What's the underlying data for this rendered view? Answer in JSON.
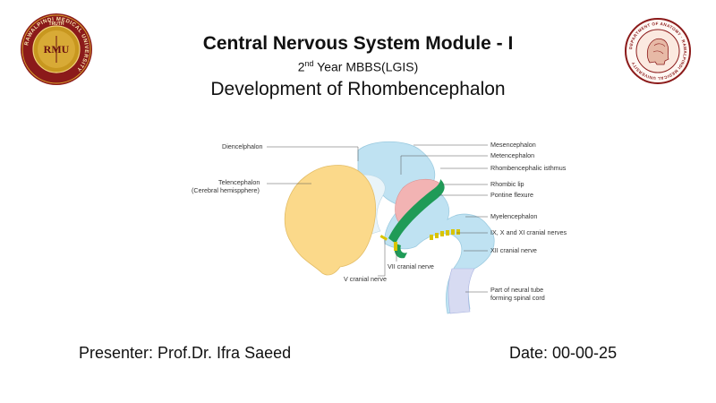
{
  "slide": {
    "title": "Central Nervous System Module - I",
    "subtitle_sup": "nd",
    "subtitle_num": "2",
    "subtitle_rest": " Year MBBS(LGIS)",
    "topic": "Development of Rhombencephalon",
    "presenter": "Presenter: Prof.Dr. Ifra Saeed",
    "date": "Date: 00-00-25"
  },
  "logos": {
    "left": {
      "top_text": "TRUTH",
      "ring_text": "RAWALPINDI MEDICAL UNIVERSITY",
      "monogram": "RMU",
      "ring_color": "#8b1a1a",
      "field_color": "#c8971f"
    },
    "right": {
      "ring_text": "DEPARTMENT OF ANATOMY · RAWALPINDI MEDICAL UNIVERSITY",
      "ring_color": "#8b1a1a"
    }
  },
  "diagram": {
    "labels": {
      "diencephalon": "Diencelphalon",
      "telencephalon": "Telencephalon",
      "cerebral": "(Cerebral hemispphere)",
      "mesencephalon": "Mesencephalon",
      "metencephalon": "Metencephalon",
      "isthmus": "Rhombencephalic isthmus",
      "rhombic_lip": "Rhombic lip",
      "pontine": "Pontine flexure",
      "myelencephalon": "Myelencephalon",
      "cranial_ix": "IX, X and XI cranial nerves",
      "cranial_xii": "XII cranial nerve",
      "neural_tube_1": "Part of neural tube",
      "neural_tube_2": "forming spinal cord",
      "cranial_vii": "VII cranial nerve",
      "cranial_v": "V cranial nerve"
    },
    "colors": {
      "telencephalon": "#fbd98a",
      "brainstem": "#bfe2f2",
      "rhombic_lip": "#1f9b57",
      "metencephalon": "#f2b3b3",
      "nerve": "#d9c400"
    }
  }
}
